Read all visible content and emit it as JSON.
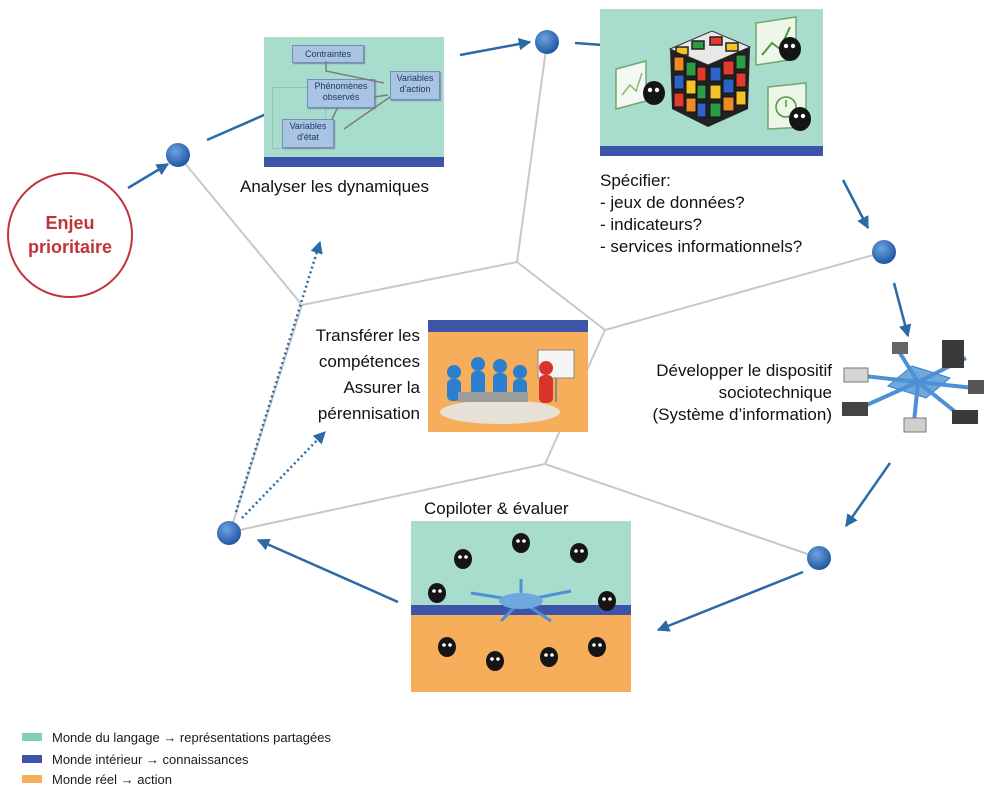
{
  "enjeu": {
    "line1": "Enjeu",
    "line2": "prioritaire"
  },
  "steps": {
    "analyser": {
      "label": "Analyser les dynamiques"
    },
    "specifier": {
      "title": "Spécifier:",
      "items": [
        "- jeux de données?",
        "- indicateurs?",
        "- services informationnels?"
      ]
    },
    "developper": {
      "lines": [
        "Développer le dispositif",
        "sociotechnique",
        "(Système d’information)"
      ]
    },
    "copiloter": {
      "label": "Copiloter & évaluer"
    },
    "transferer": {
      "lines": [
        "Transférer les",
        "compétences",
        "Assurer la",
        "pérennisation"
      ]
    }
  },
  "analyser_panel": {
    "contraintes": "Contraintes",
    "phenomenes": [
      "Phénomènes",
      "observés"
    ],
    "variables_action": [
      "Variables",
      "d'action"
    ],
    "variables_etat": [
      "Variables",
      "d'état"
    ]
  },
  "legend": [
    {
      "label": "Monde du langage → représentations partagées",
      "color": "#7fcfb0"
    },
    {
      "label": "Monde intérieur → connaissances",
      "color": "#3d55a8"
    },
    {
      "label": "Monde réel → action",
      "color": "#f7ae5a"
    }
  ],
  "colors": {
    "arrow": "#2a6aa5",
    "node": "#2f6fc0",
    "enjeu": "#c0333a",
    "panel_green": "#a8dccc",
    "panel_blue": "#3d55a8",
    "panel_orange": "#f7ae5a",
    "web_line": "#c8c8c8"
  }
}
